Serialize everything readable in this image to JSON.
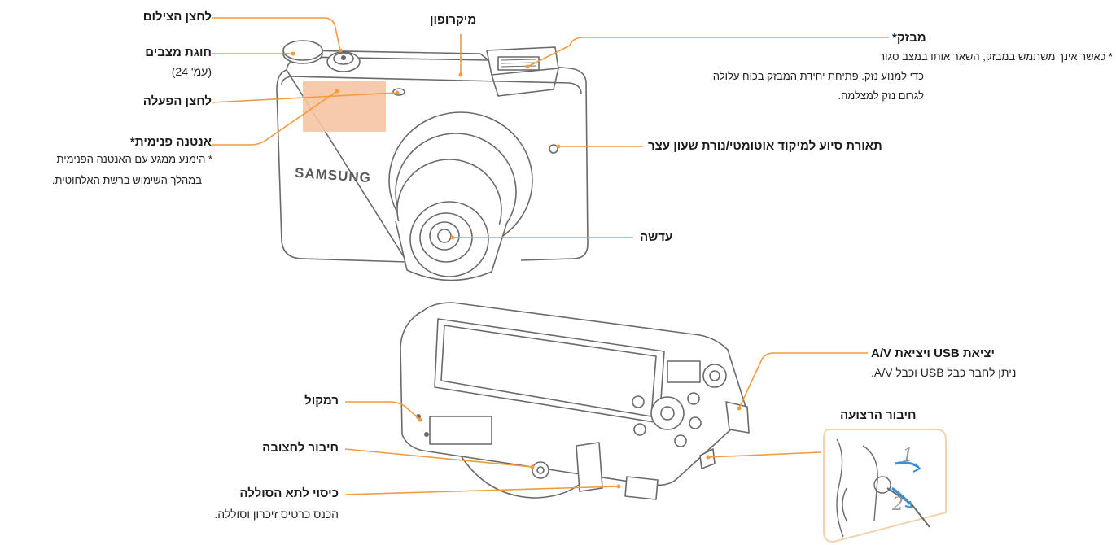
{
  "colors": {
    "callout": "#f19a3e",
    "outline": "#6a6a6a",
    "antenna": "#f5c4a1",
    "strap_box": "#f3d3ad",
    "arrow": "#3a8fd6"
  },
  "labels": {
    "shutter": "לחצן הצילום",
    "mode_dial": "חוגת מצבים",
    "mode_dial_page": "(עמ' 24)",
    "power": "לחצן הפעלה",
    "antenna": "אנטנה פנימית*",
    "antenna_note_1": "* הימנע ממגע עם האנטנה הפנימית",
    "antenna_note_2": "במהלך השימוש ברשת האלחוטית.",
    "microphone": "מיקרופון",
    "flash": "מבזק*",
    "flash_note_1": "* כאשר אינך משתמש במבזק, השאר אותו במצב סגור",
    "flash_note_2": "כדי למנוע נזק. פתיחת יחידת המבזק בכוח עלולה",
    "flash_note_3": "לגרום נזק למצלמה.",
    "af_lamp": "תאורת סיוע למיקוד אוטומטי/נורת שעון עצר",
    "lens": "עדשה",
    "usb_av": "יציאת USB ויציאת A/V",
    "usb_av_note": "ניתן לחבר כבל USB וכבל A/V.",
    "strap": "חיבור הרצועה",
    "speaker": "רמקול",
    "tripod": "חיבור לחצובה",
    "battery_cover": "כיסוי לתא הסוללה",
    "battery_cover_note": "הכנס כרטיס זיכרון וסוללה.",
    "brand": "SAMSUNG",
    "step_1": "1",
    "step_2": "2"
  }
}
